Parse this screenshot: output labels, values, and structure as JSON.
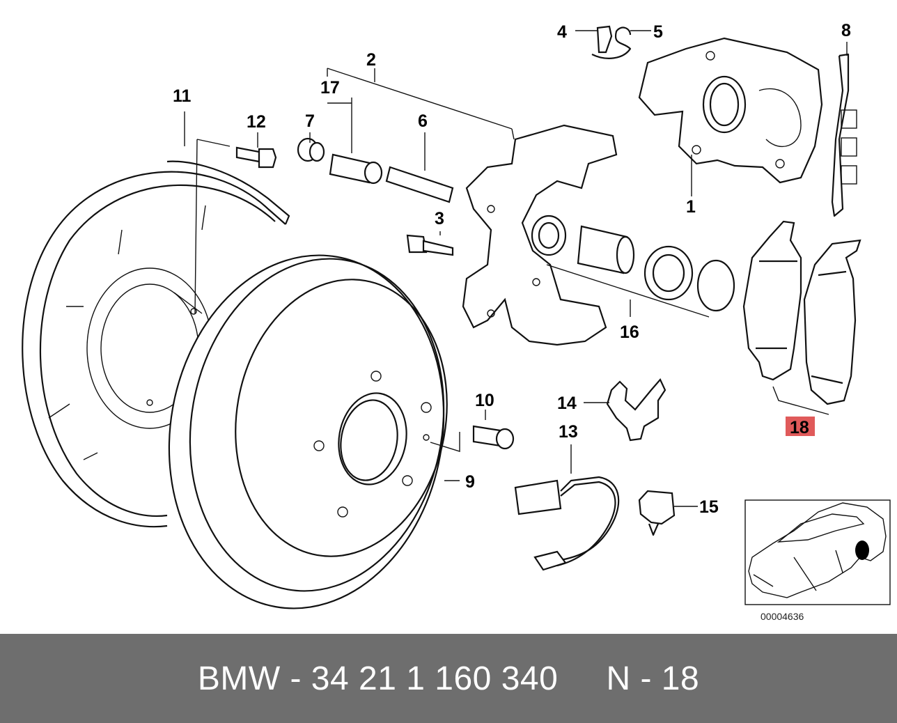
{
  "callouts": {
    "c1": "1",
    "c2": "2",
    "c3": "3",
    "c4": "4",
    "c5": "5",
    "c6": "6",
    "c7": "7",
    "c8": "8",
    "c9": "9",
    "c10": "10",
    "c11": "11",
    "c12": "12",
    "c13": "13",
    "c14": "14",
    "c15": "15",
    "c16": "16",
    "c17": "17",
    "c18": "18"
  },
  "highlight_color": "#e05a5a",
  "diagram_code": "00004636",
  "caption": {
    "text": "BMW - 34 21 1 160 340     N - 18",
    "background": "#6e6e6e"
  }
}
